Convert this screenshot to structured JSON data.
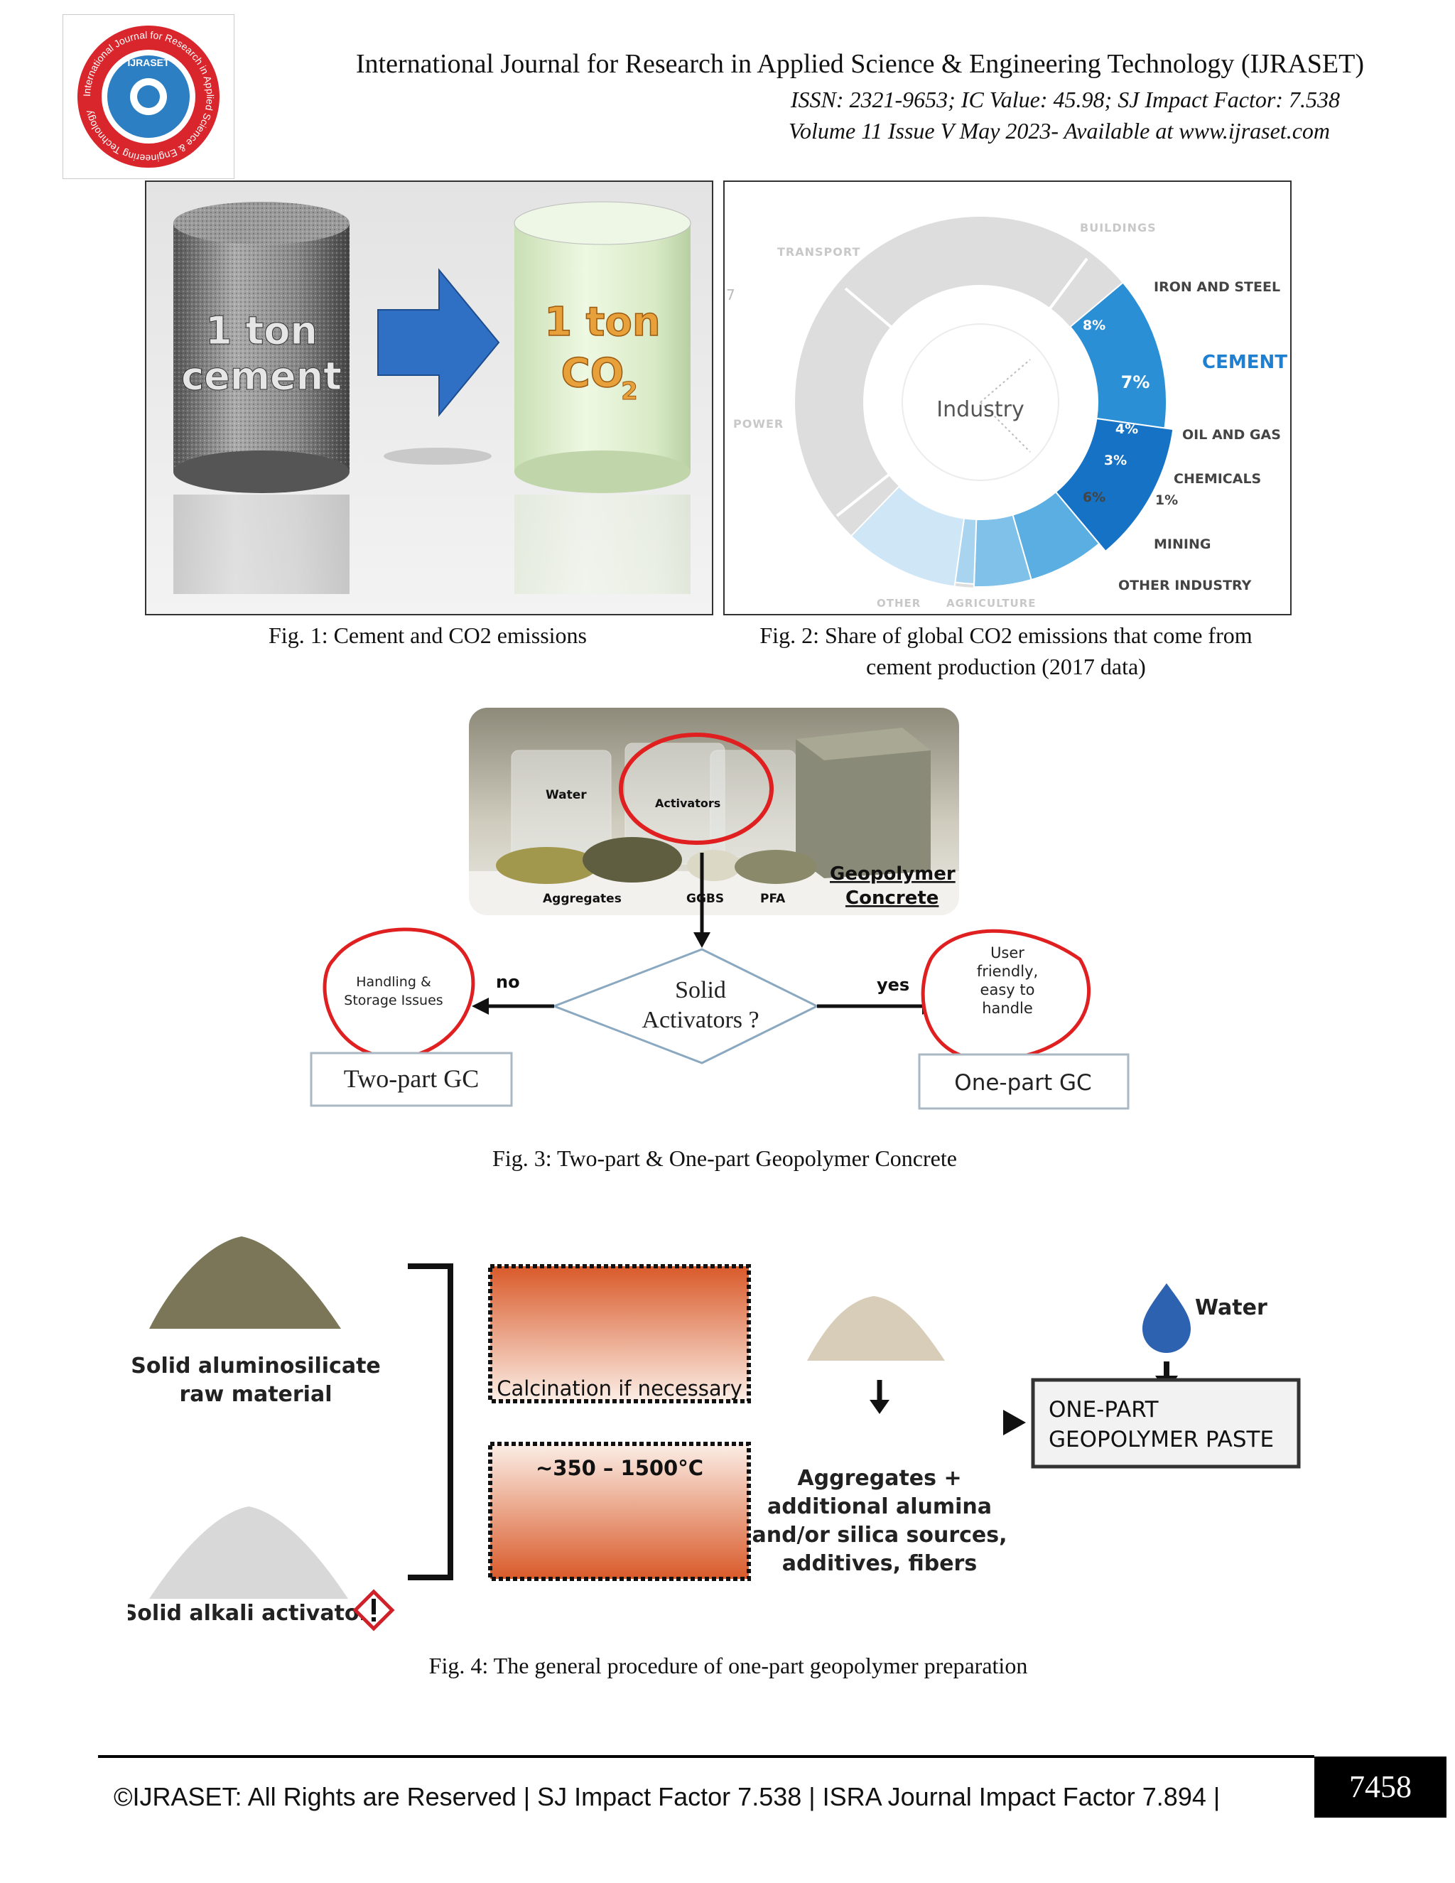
{
  "header": {
    "logo_ring_text": "International Journal for Research in Applied Science & Engineering Technology",
    "logo_center_text": "IJRASET",
    "journal_title": "International Journal for Research in Applied Science & Engineering Technology (IJRASET)",
    "issn_line": "ISSN: 2321-9653; IC Value: 45.98; SJ Impact Factor: 7.538",
    "volume_line": "Volume 11 Issue V May 2023- Available at www.ijraset.com"
  },
  "fig1": {
    "left_cylinder_text_1": "1 ton",
    "left_cylinder_text_2": "cement",
    "right_cylinder_text_1": "1 ton",
    "right_cylinder_text_2": "CO",
    "right_cylinder_sub": "2",
    "caption": "Fig. 1: Cement and CO2 emissions"
  },
  "fig2": {
    "center_label": "Industry",
    "outer_labels": [
      "BUILDINGS",
      "TRANSPORT",
      "POWER",
      "OTHER",
      "AGRICULTURE"
    ],
    "stray_mark": "7",
    "caption_line1": "Fig. 2: Share of global CO2 emissions that come from",
    "caption_line2": "cement production (2017 data)"
  },
  "chart_data": {
    "type": "pie",
    "title": "",
    "categories": [
      "IRON AND STEEL",
      "CEMENT",
      "OIL AND GAS",
      "CHEMICALS",
      "MINING",
      "OTHER INDUSTRY"
    ],
    "values": [
      8,
      7,
      4,
      3,
      1,
      6
    ],
    "value_labels": [
      "8%",
      "7%",
      "4%",
      "3%",
      "1%",
      "6%"
    ],
    "colors": [
      "#2a8fd4",
      "#1672c4",
      "#5aaee2",
      "#80c1ea",
      "#a9d4f0",
      "#cfe6f6"
    ],
    "highlight": "CEMENT"
  },
  "fig3": {
    "photo_labels": {
      "water": "Water",
      "activators": "Activators",
      "aggregates": "Aggregates",
      "ggbs": "GGBS",
      "pfa": "PFA",
      "geopolymer_1": "Geopolymer",
      "geopolymer_2": "Concrete"
    },
    "diamond_line1": "Solid",
    "diamond_line2": "Activators ?",
    "no_label": "no",
    "yes_label": "yes",
    "left_bubble_line1": "Handling &",
    "left_bubble_line2": "Storage Issues",
    "right_bubble_lines": [
      "User",
      "friendly,",
      "easy to",
      "handle"
    ],
    "left_box": "Two-part GC",
    "right_box": "One-part GC",
    "caption": "Fig. 3: Two-part & One-part Geopolymer Concrete"
  },
  "fig4": {
    "raw_material_1": "Solid aluminosilicate",
    "raw_material_2": "raw material",
    "activator": "Solid alkali activator",
    "calcination": "Calcination if necessary",
    "temperature": "~350 – 1500°C",
    "aggregates_lines": [
      "Aggregates +",
      "additional alumina",
      "and/or silica sources,",
      "additives, fibers"
    ],
    "water": "Water",
    "result_1": "ONE-PART",
    "result_2": "GEOPOLYMER PASTE",
    "caption": "Fig. 4: The general procedure of one-part geopolymer preparation"
  },
  "footer": {
    "text": "©IJRASET: All Rights are Reserved | SJ Impact Factor 7.538 | ISRA Journal Impact Factor 7.894 |",
    "page_number": "7458"
  }
}
